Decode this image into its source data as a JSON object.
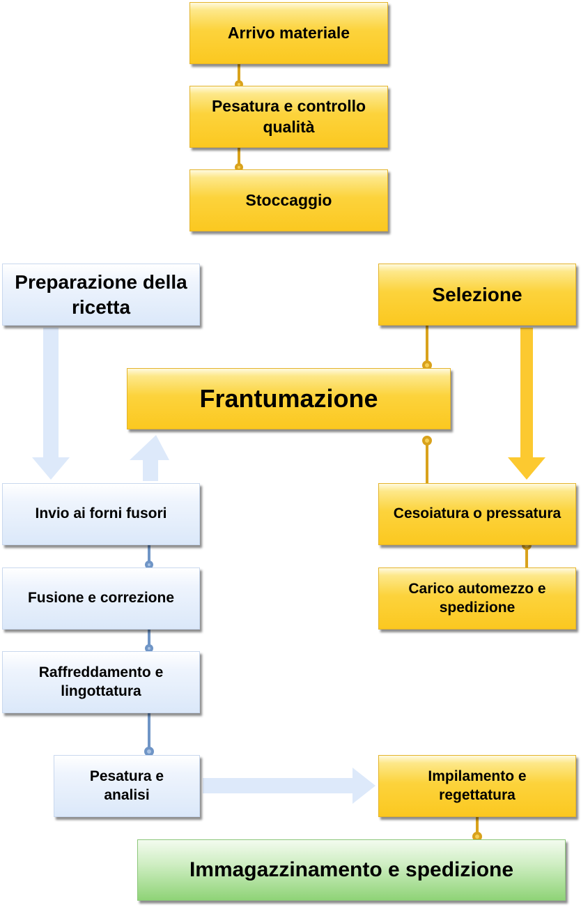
{
  "steps": {
    "arrivo": "Arrivo materiale",
    "pesatura_controllo": "Pesatura e controllo qualità",
    "stoccaggio": "Stoccaggio",
    "preparazione": "Preparazione della ricetta",
    "selezione": "Selezione",
    "frantumazione": "Frantumazione",
    "invio_forni": "Invio ai forni fusori",
    "cesoiatura": "Cesoiatura o pressatura",
    "fusione": "Fusione e correzione",
    "carico": "Carico automezzo e spedizione",
    "raffreddamento": "Raffreddamento e lingottatura",
    "pesatura_analisi": "Pesatura e analisi",
    "impilamento": "Impilamento e regettatura",
    "immagazzinamento": "Immagazzinamento e spedizione"
  },
  "colors": {
    "yellow_box": "#fbc820",
    "blue_box": "#dbe8f9",
    "green_box": "#8fd377",
    "yellow_connector": "#d9a21c",
    "blue_connector": "#6f95c6",
    "blue_arrow": "#dde9fa",
    "yellow_arrow": "#fcc930"
  }
}
